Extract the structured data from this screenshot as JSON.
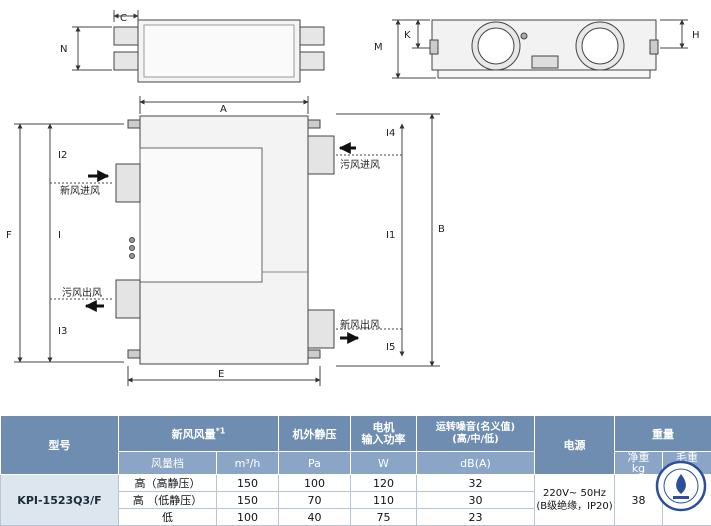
{
  "dims": {
    "C": "C",
    "N": "N",
    "M": "M",
    "K": "K",
    "H": "H",
    "A": "A",
    "E": "E",
    "F": "F",
    "B": "B",
    "I": "I",
    "I1": "I1",
    "I2": "I2",
    "I3": "I3",
    "I4": "I4",
    "I5": "I5"
  },
  "airflow": {
    "fresh_in": "新风进风",
    "exhaust_in": "污风进风",
    "exhaust_out": "污风出风",
    "fresh_out": "新风出风"
  },
  "table": {
    "headers": {
      "model": "型号",
      "fresh_air_volume": "新风风量",
      "footnote": "*1",
      "external_static_pressure": "机外静压",
      "motor_power": "电机\n输入功率",
      "noise": "运转噪音(名义值)\n(高/中/低)",
      "power_supply": "电源",
      "weight": "重量"
    },
    "subheaders": {
      "gear": "风量档",
      "airflow_unit": "m³/h",
      "pressure_unit": "Pa",
      "power_unit": "W",
      "noise_unit": "dB(A)",
      "net_weight": "净重",
      "gross_weight": "毛重",
      "net_unit": "kg",
      "gross_unit": "kg"
    },
    "model": "KPI-1523Q3/F",
    "rows": [
      {
        "gear": "高（高静压）",
        "airflow": "150",
        "pressure": "100",
        "power": "120",
        "noise": "32"
      },
      {
        "gear": "高 （低静压）",
        "airflow": "150",
        "pressure": "70",
        "power": "110",
        "noise": "30"
      },
      {
        "gear": "低",
        "airflow": "100",
        "pressure": "40",
        "power": "75",
        "noise": "23"
      }
    ],
    "power_supply": "220V~ 50Hz\n(B级绝缘，IP20)",
    "net_weight": "38",
    "gross_weight": ""
  },
  "colors": {
    "header": "#6f8db0",
    "subheader": "#8aa5c5",
    "line": "#333333"
  }
}
